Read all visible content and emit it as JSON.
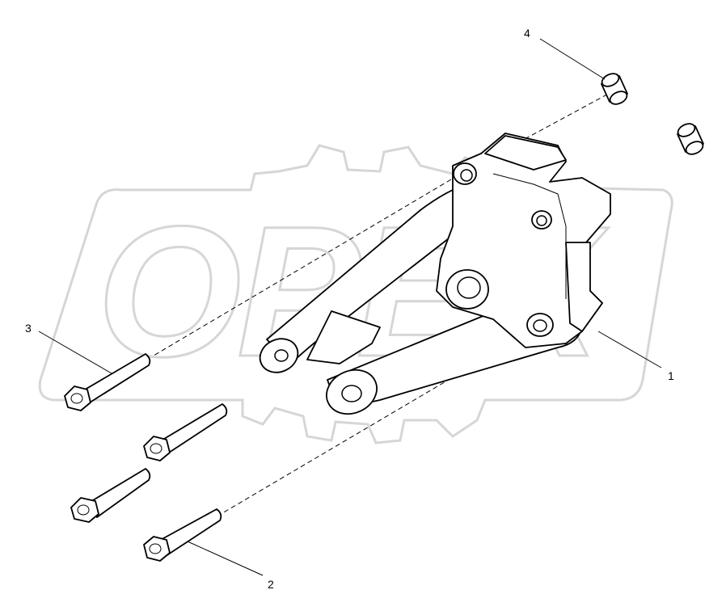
{
  "diagram": {
    "callouts": [
      {
        "id": "1",
        "label": "1"
      },
      {
        "id": "2",
        "label": "2"
      },
      {
        "id": "3",
        "label": "3"
      },
      {
        "id": "4",
        "label": "4"
      }
    ],
    "watermark": {
      "text": "OPEX",
      "color": "#d6d6d6"
    },
    "line_color": "#000000"
  }
}
